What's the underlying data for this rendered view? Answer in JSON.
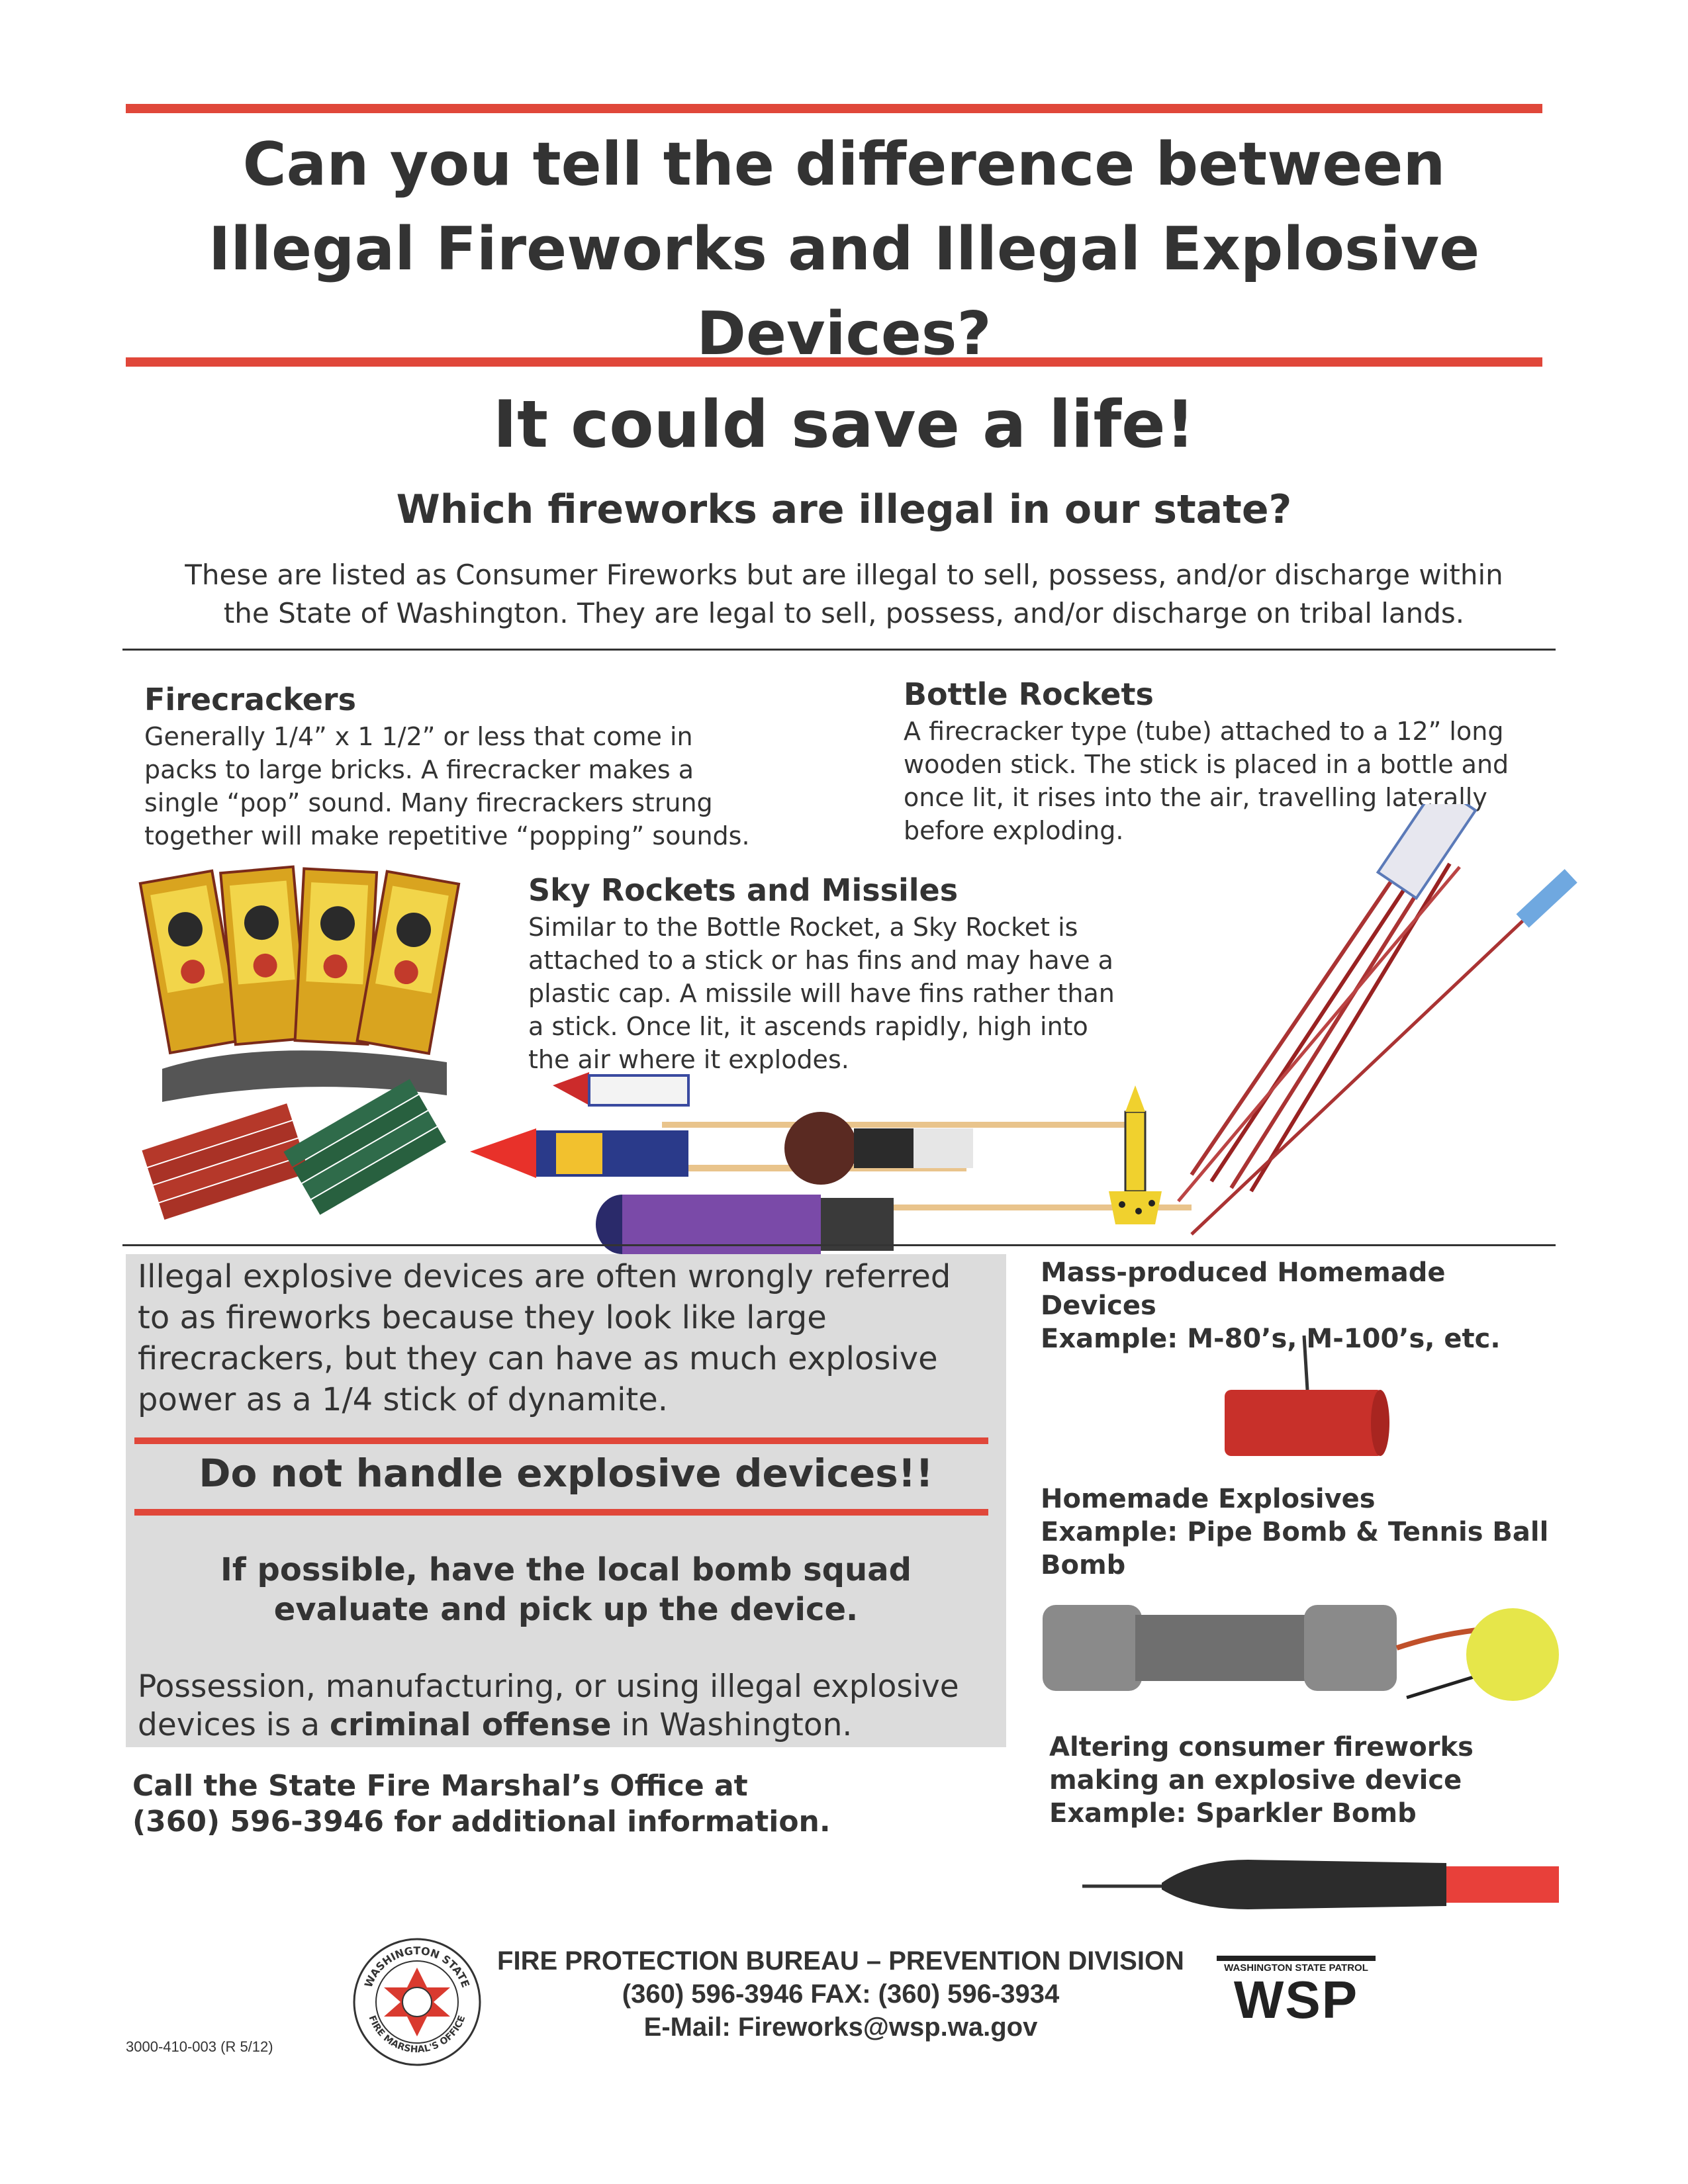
{
  "header": {
    "title_line1": "Can you tell the difference between",
    "title_line2": "Illegal Fireworks and Illegal Explosive",
    "title_line3": "Devices?",
    "tagline": "It could save a life!",
    "subheading": "Which fireworks are illegal in our state?",
    "intro_line1": "These are listed as Consumer Fireworks but are illegal to sell, possess, and/or discharge within",
    "intro_line2": "the State of Washington.  They are legal to sell, possess, and/or discharge on tribal lands."
  },
  "fireworks": {
    "firecrackers": {
      "title": "Firecrackers",
      "lines": [
        "Generally 1/4” x 1 1/2” or less that come in",
        "packs to large bricks.  A firecracker makes a",
        "single “pop” sound.  Many firecrackers strung",
        "together will make repetitive “popping” sounds."
      ]
    },
    "bottle_rockets": {
      "title": "Bottle Rockets",
      "lines": [
        "A firecracker type (tube) attached to a 12” long",
        "wooden stick.  The stick is placed in a bottle and",
        "once lit, it rises into the air, travelling laterally",
        "before exploding."
      ]
    },
    "sky_rockets": {
      "title": "Sky Rockets and Missiles",
      "lines": [
        "Similar to the Bottle Rocket, a Sky Rocket is",
        "attached to a stick or has fins and may have a",
        "plastic cap.  A missile will have fins rather than",
        "a stick.  Once lit, it ascends rapidly, high into",
        "the air where it explodes."
      ]
    }
  },
  "warning_box": {
    "intro_lines": [
      "Illegal explosive devices are often wrongly referred",
      "to as fireworks because they look like large",
      "firecrackers, but they can have as much explosive",
      "power as a 1/4 stick of dynamite."
    ],
    "headline": "Do not handle explosive devices!!",
    "advice_line1": "If possible, have the local bomb squad",
    "advice_line2": "evaluate and pick up the device.",
    "offense_line1": "Possession, manufacturing, or using illegal explosive",
    "offense_prefix": "devices is a ",
    "offense_bold": "criminal offense",
    "offense_suffix": " in Washington."
  },
  "call": {
    "line1": "Call the State Fire Marshal’s Office at",
    "line2": "(360) 596-3946 for additional information."
  },
  "devices": {
    "mass_produced": {
      "line1": "Mass-produced Homemade Devices",
      "line2": "Example: M-80’s, M-100’s, etc."
    },
    "homemade": {
      "line1": "Homemade Explosives",
      "line2": "Example: Pipe Bomb & Tennis Ball",
      "line3": "Bomb"
    },
    "altering": {
      "line1": "Altering consumer fireworks",
      "line2": "making an explosive device",
      "line3": "Example: Sparkler Bomb"
    }
  },
  "footer": {
    "line1": "FIRE PROTECTION BUREAU – PREVENTION DIVISION",
    "line2": "(360) 596-3946 FAX: (360) 596-3934",
    "line3": "E-Mail:  Fireworks@wsp.wa.gov",
    "form_number": "3000-410-003 (R 5/12)",
    "seal_top": "WASHINGTON STATE",
    "seal_bottom": "FIRE MARSHAL'S OFFICE",
    "wsp_banner": "WASHINGTON STATE PATROL",
    "wsp_letters": "WSP"
  },
  "colors": {
    "accent_red": "#e0473a",
    "box_gray": "#dcdcdc",
    "text": "#333333"
  }
}
